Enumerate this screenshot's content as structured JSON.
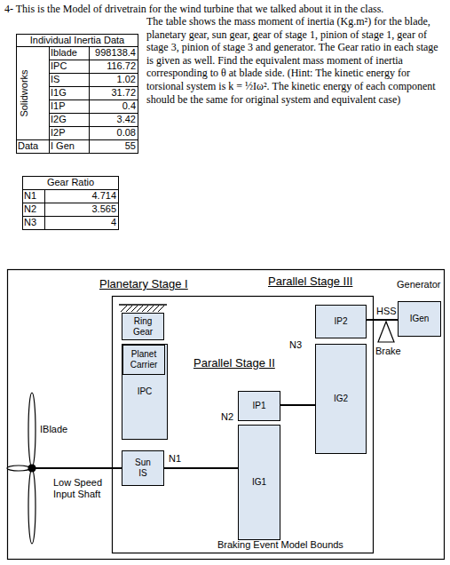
{
  "diagram": {
    "nodes": [
      {
        "text": [
          "Ring Gear"
        ]
      },
      {
        "text": [
          "IPC"
        ]
      },
      {
        "text": [
          "Planet Carrier"
        ],
        "in": 1
      },
      {
        "text": [
          "Sun",
          "IS"
        ]
      },
      {
        "text": [
          "IP1"
        ]
      },
      {
        "text": [
          "IG1"
        ]
      },
      {
        "text": [
          "IP2"
        ]
      },
      {
        "text": [
          "IG2"
        ]
      },
      {
        "text": [
          "IGen"
        ]
      }
    ],
    "edges": [
      {
        "from": 3,
        "to": 5,
        "arrow": "none"
      },
      {
        "from": 4,
        "to": 7,
        "arrow": "none"
      },
      {
        "from": 6,
        "to": 8,
        "arrow": "none"
      }
    ],
    "labels": [
      "4- This is the Model of drivetrain for the wind turbine that we talked about it in the class.",
      "The table shows the mass moment of inertia (Kg.m²) for the blade, planetary gear, sun gear, gear of stage 1, pinion of stage 1, gear of stage 3, pinion of stage 3 and generator. The Gear ratio in each stage is given as well. Find the equivalent mass moment of inertia corresponding to θ at blade side. (Hint: The kinetic energy for torsional system is k = ½Iω². The kinetic energy of each component should be the same for original system and equivalent case)",
      "Individual Inertia Data",
      "Solidworks",
      "Iblade",
      "998138.4",
      "IPC",
      "116.72",
      "IS",
      "1.02",
      "I1G",
      "31.72",
      "I1P",
      "0.4",
      "I2G",
      "3.42",
      "I2P",
      "0.08",
      "Data",
      "I Gen",
      "55",
      "Gear Ratio",
      "N1",
      "4.714",
      "N2",
      "3.565",
      "N3",
      "4",
      "Planetary Stage I",
      "Parallel Stage III",
      "Parallel Stage II",
      "Generator",
      "HSS",
      "Brake",
      "N1",
      "N2",
      "N3",
      "IBlade",
      "Low Speed Input Shaft",
      "Braking Event Model Bounds"
    ]
  }
}
